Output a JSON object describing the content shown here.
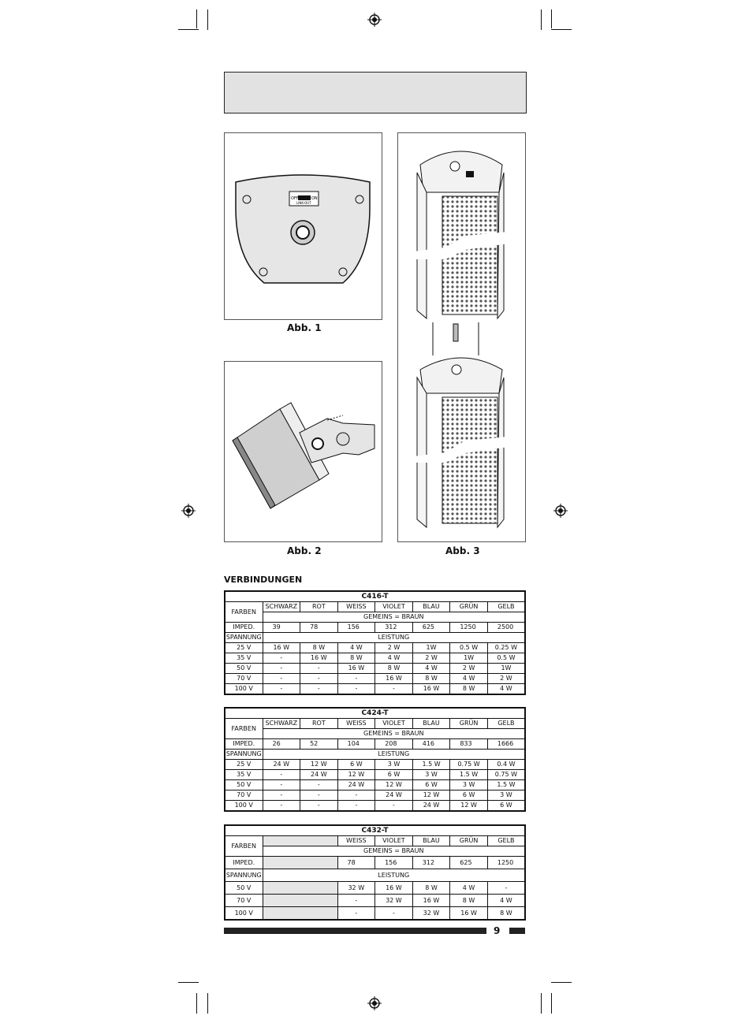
{
  "figures": {
    "fig1": {
      "label": "Abb. 1",
      "switch": {
        "off": "OFF",
        "on": "ON",
        "sub": "LINK-OUT"
      }
    },
    "fig2": {
      "label": "Abb. 2"
    },
    "fig3": {
      "label": "Abb. 3"
    }
  },
  "section_title": "VERBINDUNGEN",
  "labels": {
    "farben": "FARBEN",
    "gemeins": "GEMEINS = BRAUN",
    "imped": "IMPED.",
    "spannung": "SPANNUNG",
    "leistung": "LEISTUNG"
  },
  "tables": [
    {
      "model": "C416-T",
      "colors": [
        "SCHWARZ",
        "ROT",
        "WEISS",
        "VIOLET",
        "BLAU",
        "GRÜN",
        "GELB"
      ],
      "imped": [
        "39",
        "78",
        "156",
        "312",
        "625",
        "1250",
        "2500"
      ],
      "rows": [
        {
          "v": "25 V",
          "cells": [
            "16 W",
            "8 W",
            "4 W",
            "2 W",
            "1W",
            "0.5 W",
            "0.25 W"
          ]
        },
        {
          "v": "35 V",
          "cells": [
            "-",
            "16 W",
            "8 W",
            "4 W",
            "2 W",
            "1W",
            "0.5 W"
          ]
        },
        {
          "v": "50 V",
          "cells": [
            "-",
            "-",
            "16 W",
            "8 W",
            "4 W",
            "2 W",
            "1W"
          ]
        },
        {
          "v": "70 V",
          "cells": [
            "-",
            "-",
            "-",
            "16 W",
            "8 W",
            "4 W",
            "2 W"
          ]
        },
        {
          "v": "100 V",
          "cells": [
            "-",
            "-",
            "-",
            "-",
            "16 W",
            "8 W",
            "4 W"
          ]
        }
      ]
    },
    {
      "model": "C424-T",
      "colors": [
        "SCHWARZ",
        "ROT",
        "WEISS",
        "VIOLET",
        "BLAU",
        "GRÜN",
        "GELB"
      ],
      "imped": [
        "26",
        "52",
        "104",
        "208",
        "416",
        "833",
        "1666"
      ],
      "rows": [
        {
          "v": "25 V",
          "cells": [
            "24 W",
            "12 W",
            "6 W",
            "3 W",
            "1.5 W",
            "0.75 W",
            "0.4 W"
          ]
        },
        {
          "v": "35 V",
          "cells": [
            "-",
            "24 W",
            "12 W",
            "6 W",
            "3 W",
            "1.5 W",
            "0.75 W"
          ]
        },
        {
          "v": "50 V",
          "cells": [
            "-",
            "-",
            "24 W",
            "12 W",
            "6 W",
            "3 W",
            "1.5 W"
          ]
        },
        {
          "v": "70 V",
          "cells": [
            "-",
            "-",
            "-",
            "24 W",
            "12 W",
            "6 W",
            "3 W"
          ]
        },
        {
          "v": "100 V",
          "cells": [
            "-",
            "-",
            "-",
            "-",
            "24 W",
            "12 W",
            "6 W"
          ]
        }
      ]
    },
    {
      "model": "C432-T",
      "colors": [
        "WEISS",
        "VIOLET",
        "BLAU",
        "GRÜN",
        "GELB"
      ],
      "imped": [
        "78",
        "156",
        "312",
        "625",
        "1250"
      ],
      "rows": [
        {
          "v": "50 V",
          "cells": [
            "32 W",
            "16 W",
            "8 W",
            "4 W",
            "-"
          ]
        },
        {
          "v": "70 V",
          "cells": [
            "-",
            "32 W",
            "16 W",
            "8 W",
            "4 W"
          ]
        },
        {
          "v": "100 V",
          "cells": [
            "-",
            "-",
            "32 W",
            "16 W",
            "8 W"
          ]
        }
      ]
    }
  ],
  "page_number": "9"
}
